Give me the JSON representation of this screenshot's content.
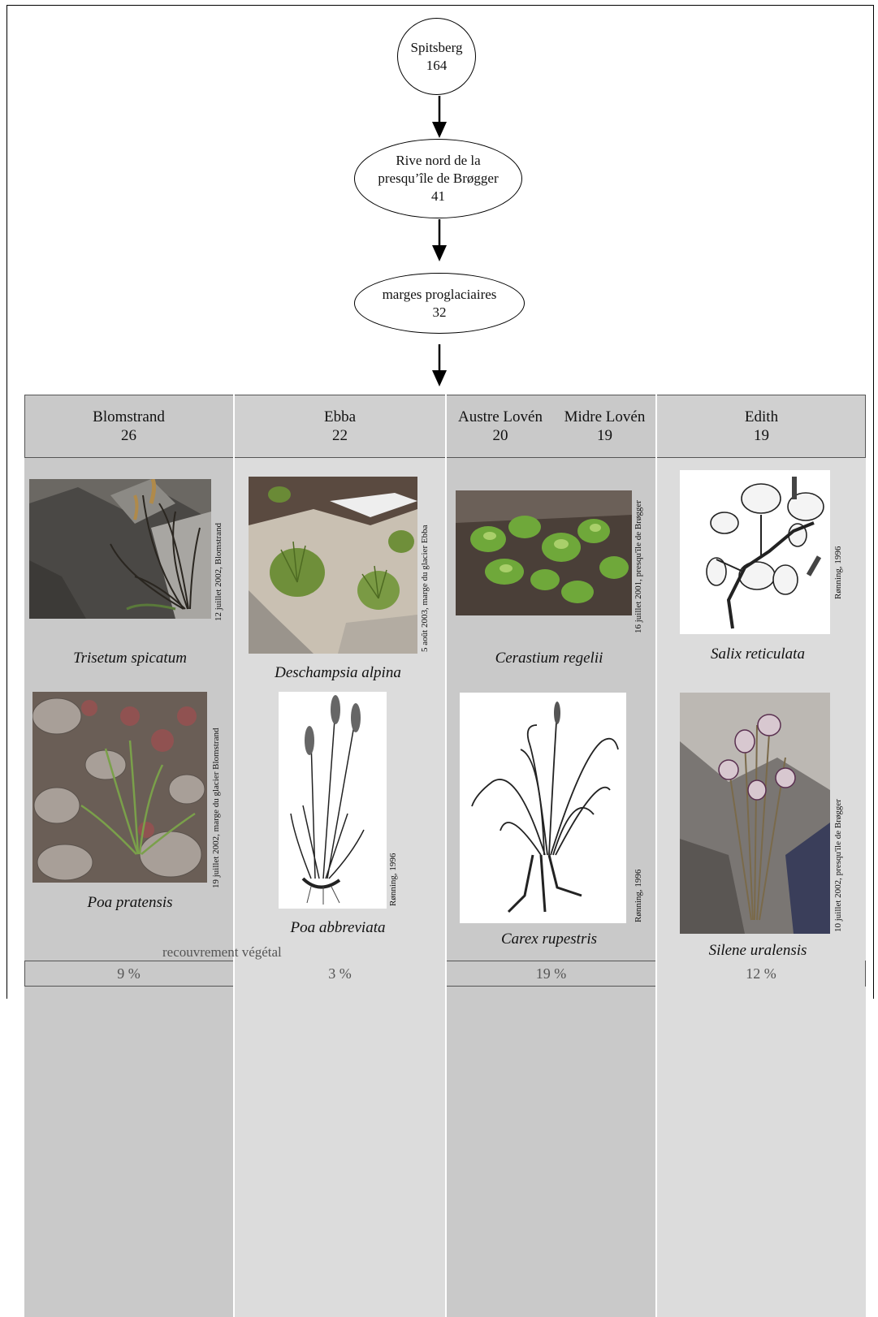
{
  "hierarchy": [
    {
      "name": "Spitsberg",
      "count": "164"
    },
    {
      "name_line1": "Rive nord de la",
      "name_line2": "presqu’île de Brøgger",
      "count": "41"
    },
    {
      "name": "marges proglaciaires",
      "count": "32"
    }
  ],
  "columns": [
    {
      "name": "Blomstrand",
      "count": "26"
    },
    {
      "name": "Ebba",
      "count": "22"
    },
    {
      "name_a": "Austre Lovén",
      "count_a": "20",
      "name_b": "Midre Lovén",
      "count_b": "19"
    },
    {
      "name": "Edith",
      "count": "19"
    }
  ],
  "species": {
    "row1": [
      {
        "name": "Trisetum spicatum",
        "credit": "12 juillet 2002, Blomstrand"
      },
      {
        "name": "Deschampsia alpina",
        "credit": "5 août 2003, marge du glacier Ebba"
      },
      {
        "name": "Cerastium regelii",
        "credit": "16 juillet 2001, presqu'île de Brøgger"
      },
      {
        "name": "Salix reticulata",
        "credit": "Rønning, 1996"
      }
    ],
    "row2": [
      {
        "name": "Poa pratensis",
        "credit": "19 juillet 2002, marge du glacier Blomstrand"
      },
      {
        "name": "Poa abbreviata",
        "credit": "Rønning, 1996"
      },
      {
        "name": "Carex rupestris",
        "credit": "Rønning, 1996"
      },
      {
        "name": "Silene uralensis",
        "credit": "10 juillet 2002, presqu'île de Brøgger"
      }
    ]
  },
  "cover_label": "recouvrement végétal",
  "cover_values": [
    "9 %",
    "3 %",
    "19 %",
    "12 %"
  ],
  "colors": {
    "dark_column": "#c9c9c9",
    "light_column": "#dcdcdc"
  }
}
